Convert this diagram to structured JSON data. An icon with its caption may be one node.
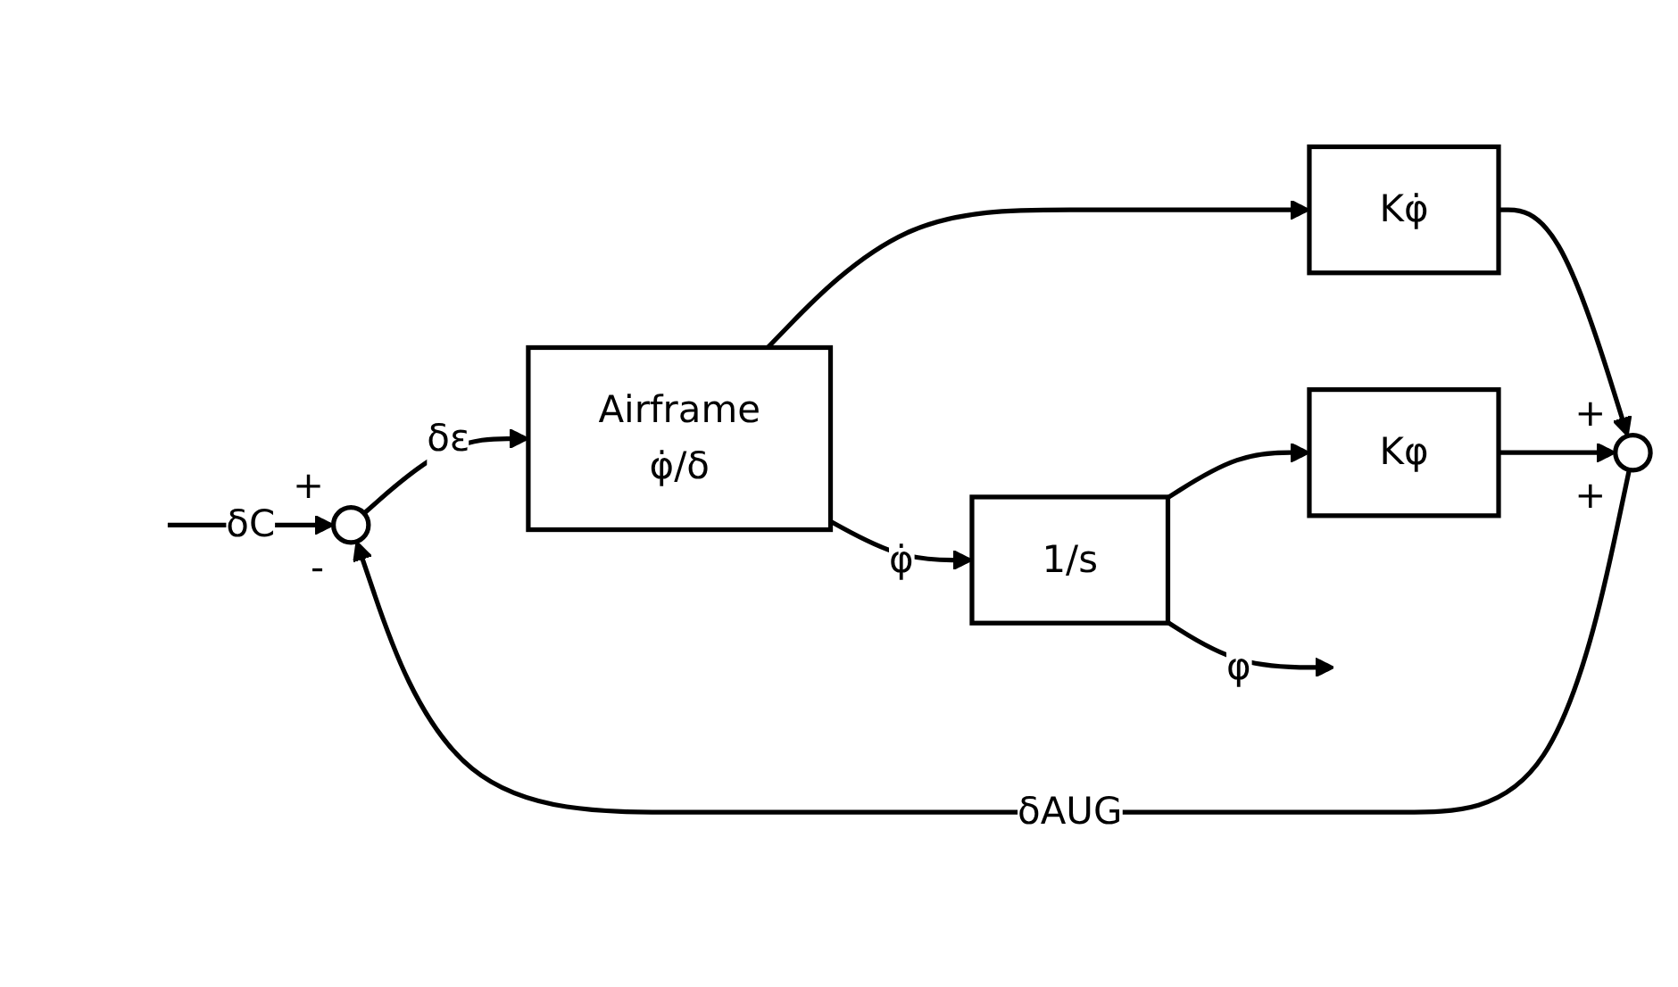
{
  "diagram": {
    "nodes": [
      {
        "text": [],
        "shape": "circle",
        "beside": [
          "+",
          "-"
        ]
      },
      {
        "text": [
          "Airframe",
          "φ̇/δ"
        ]
      },
      {
        "text": [
          "1/s"
        ]
      },
      {
        "text": [],
        "shape": "circle",
        "beside": [
          "+",
          "+"
        ]
      },
      {
        "text": [
          "Kφ̇"
        ]
      },
      {
        "text": [
          "Kφ"
        ]
      }
    ],
    "edges": [
      {
        "from": null,
        "to": 0,
        "arrow": "to",
        "label": "δC"
      },
      {
        "from": 0,
        "to": 1,
        "arrow": "to",
        "label": "δε"
      },
      {
        "from": 1,
        "to": 2,
        "arrow": "to",
        "label": "φ̇"
      },
      {
        "from": 1,
        "to": 4,
        "arrow": "to"
      },
      {
        "from": 2,
        "to": null,
        "arrow": "to",
        "label": "φ"
      },
      {
        "from": 2,
        "to": 5,
        "arrow": "to"
      },
      {
        "from": 4,
        "to": 3,
        "arrow": "to"
      },
      {
        "from": 5,
        "to": 3,
        "arrow": "to"
      },
      {
        "from": 3,
        "to": 0,
        "arrow": "to",
        "label": "δAUG"
      }
    ]
  }
}
